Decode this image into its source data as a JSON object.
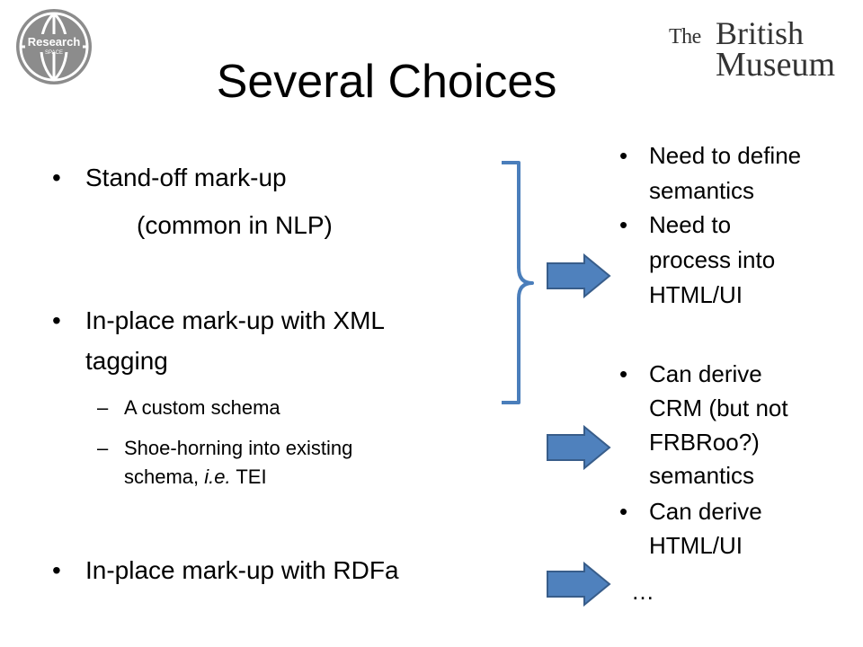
{
  "slide": {
    "title": "Several Choices",
    "logo_left": {
      "line1": "Research",
      "line2": "SPACE"
    },
    "logo_right": {
      "word1": "The",
      "word2": "British",
      "word3": "Museum"
    }
  },
  "left": {
    "bullet1": "Stand-off mark-up",
    "bullet1_sub": "(common in NLP)",
    "bullet2_line1": "In-place mark-up with XML",
    "bullet2_line2": "tagging",
    "dash1": "A custom schema",
    "dash2_line1": "Shoe-horning into existing",
    "dash2_line2_pre": "schema, ",
    "dash2_line2_em": "i.e.",
    "dash2_line2_post": " TEI",
    "bullet3": "In-place mark-up with RDFa"
  },
  "right": {
    "r1_l1": "Need to define",
    "r1_l2": "semantics",
    "r2_l1": "Need to",
    "r2_l2": "process into",
    "r2_l3": "HTML/UI",
    "r3_l1": "Can derive",
    "r3_l2": "CRM (but not",
    "r3_l3": "FRBRoo?)",
    "r3_l4": "semantics",
    "r4_l1": "Can derive",
    "r4_l2": "HTML/UI",
    "ellipsis": "…"
  },
  "colors": {
    "arrow_fill": "#4f81bd",
    "arrow_stroke": "#385d8a",
    "brace": "#4a7ebb",
    "logo_gray": "#8c8c8c"
  }
}
